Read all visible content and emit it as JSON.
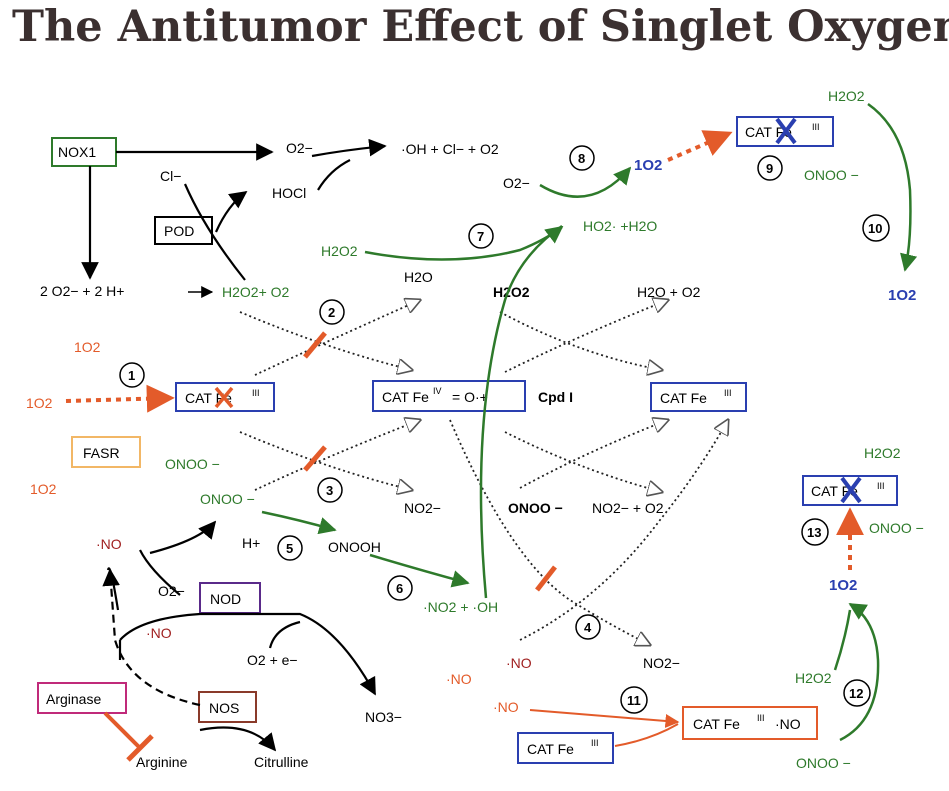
{
  "title": "The Antitumor Effect of Singlet Oxygen",
  "colors": {
    "green": "#2e7a2b",
    "red_orange": "#e35b2a",
    "blue": "#2a3fb0",
    "dark_red": "#a02020",
    "purple": "#5a2a8a",
    "magenta": "#c02a7a",
    "brown": "#8a3a2a",
    "fasr_orange": "#f2b766"
  },
  "boxes": {
    "nox1": "NOX1",
    "pod": "POD",
    "fasr": "FASR",
    "nod": "NOD",
    "nos": "NOS",
    "arginase": "Arginase",
    "cat_fe3_left": "CAT Fe",
    "cat_fe4": "CAT Fe",
    "cat_fe3_right": "CAT Fe",
    "cat_fe3_top": "CAT Fe",
    "cat_fe3_mid_right": "CAT Fe",
    "cat_fe3_bottom": "CAT Fe",
    "cat_fe3_no": "CAT Fe"
  },
  "superscripts": {
    "fe3": "III",
    "fe4": "IV"
  },
  "species": {
    "o2_superoxide": "O2−",
    "cl_minus": "Cl−",
    "hocl": "HOCl",
    "oh_products": "·OH + Cl− + O2",
    "superoxide_2h": "2 O2− + 2 H+",
    "h2o2_o2": "H2O2+ O2",
    "h2o2_green": "H2O2",
    "h2o": "H2O",
    "h2o2_black": "H2O2",
    "h2o_o2": "H2O + O2",
    "cpd_oxo": "= O·+",
    "cpd_i": "Cpd I",
    "singlet_o2": "1O2",
    "onoo_minus": "ONOO −",
    "no2_minus": "NO2−",
    "no2_o2": "NO2− + O2",
    "h_plus": "H+",
    "onooh": "ONOOH",
    "no2_oh": "·NO2 + ·OH",
    "ho2_h2o": "HO2· +H2O",
    "no_radical": "·NO",
    "o2_e": "O2 + e−",
    "no3_minus": "NO3−",
    "arginine": "Arginine",
    "citrulline": "Citrulline",
    "fe3_no": "·NO"
  },
  "step_numbers": [
    "1",
    "2",
    "3",
    "4",
    "5",
    "6",
    "7",
    "8",
    "9",
    "10",
    "11",
    "12",
    "13"
  ]
}
